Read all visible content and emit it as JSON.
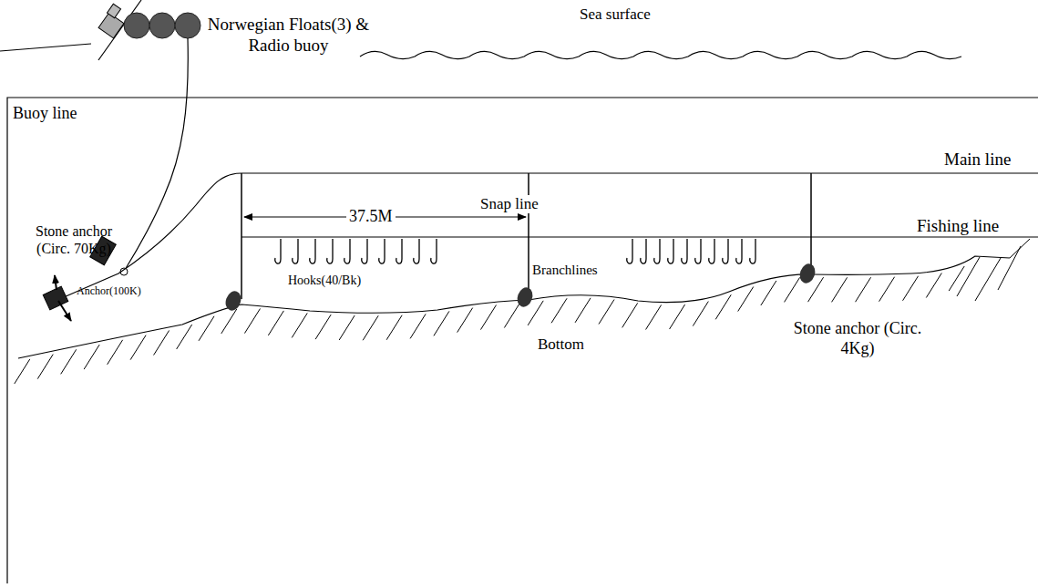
{
  "diagram": {
    "labels": [
      "Norwegian Floats(3) & Radio buoy",
      "Sea surface",
      "Buoy line",
      "Main line",
      "Snap line",
      "37.5M",
      "Fishing line",
      "Stone anchor (Circ. 70Kg)",
      "Anchor(100K)",
      "Hooks(40/Bk)",
      "Branchlines",
      "Bottom",
      "Stone anchor (Circ. 4Kg)"
    ]
  }
}
